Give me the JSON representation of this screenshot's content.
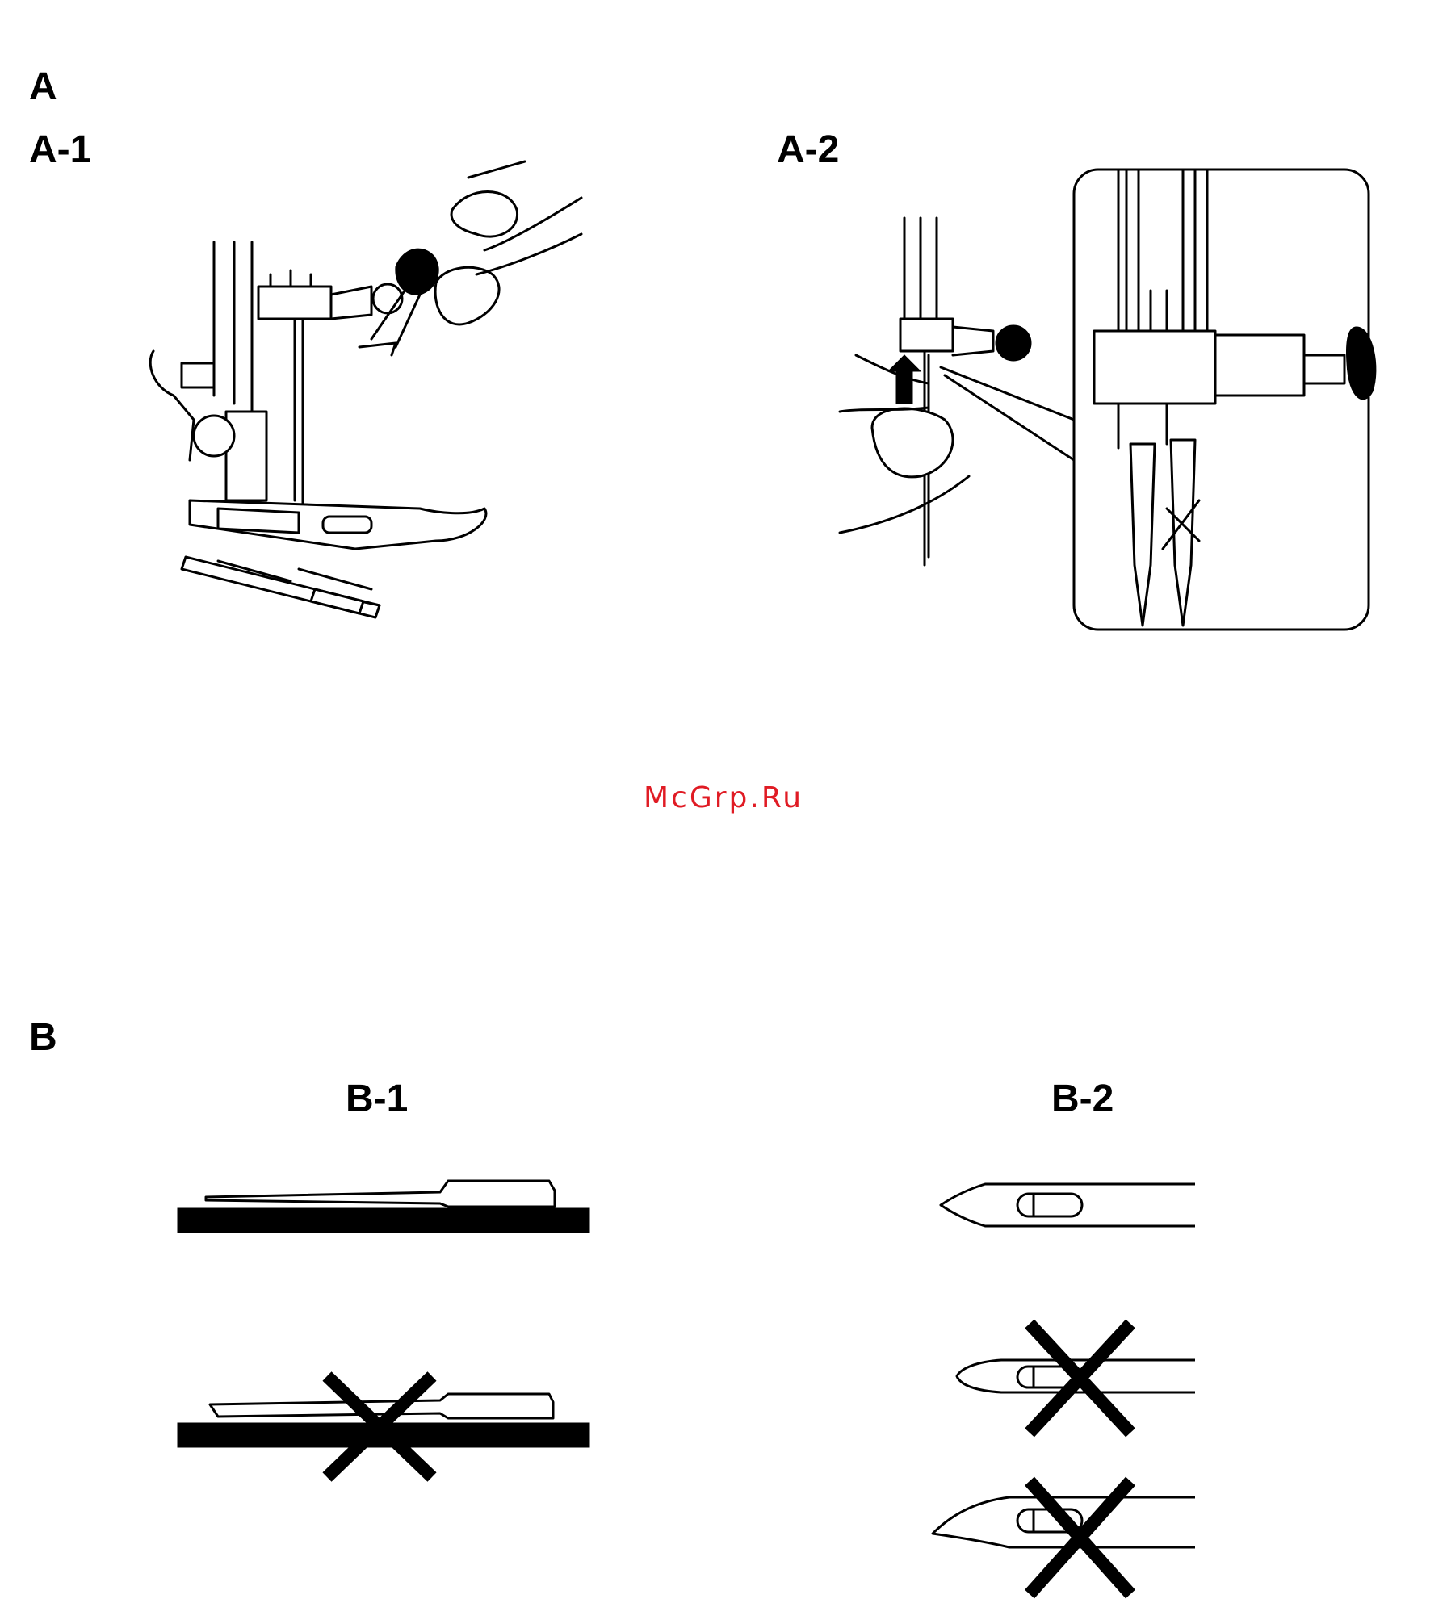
{
  "section_a": {
    "label": "A"
  },
  "fig_a1": {
    "label": "A-1"
  },
  "fig_a2": {
    "label": "A-2"
  },
  "watermark": {
    "text": "McGrp.Ru",
    "color": "#e01b24"
  },
  "section_b": {
    "label": "B"
  },
  "fig_b1": {
    "label": "B-1"
  },
  "fig_b2": {
    "label": "B-2"
  }
}
